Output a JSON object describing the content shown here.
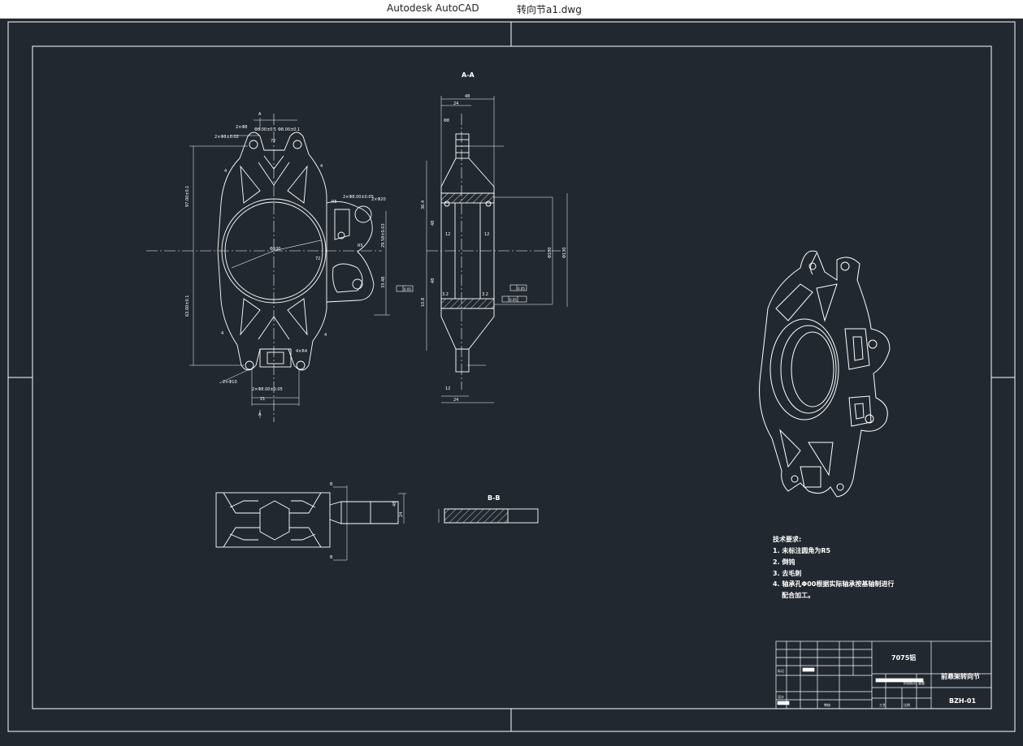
{
  "window": {
    "app_name": "Autodesk AutoCAD",
    "document_name": "转向节a1.dwg"
  },
  "drawing": {
    "section_aa": "A-A",
    "section_bb": "B-B",
    "section_mark_a": "A",
    "section_mark_b": "B",
    "front_view_labels": {
      "d1": "2×Φ8",
      "d2": "Φ8.00±0.1",
      "d3": "Φ8.00±0.1",
      "d4": "2×Φ8±0.02",
      "d5": "72",
      "d6": "97.00±0.1",
      "d7": "63.00±0.1",
      "d8": "Φ100",
      "d9": "72",
      "d10": "2×Φ8.00±0.05",
      "d11": "2×Φ20",
      "d12": "R5",
      "d13": "R5",
      "d14": "2×Φ8.00±0.05",
      "d15": "21",
      "d16": "2×Φ10",
      "d17": "4×R4",
      "d18": "29.58±0.03",
      "d19": "33.48",
      "d20": "4",
      "d21": "4",
      "d22": "4",
      "d23": "4"
    },
    "side_view_labels": {
      "s1": "48",
      "s2": "24",
      "s3": "Φ8",
      "s4": "36.4",
      "s5": "48",
      "s6": "12",
      "s7": "12",
      "s8": "48",
      "s9": "Φ100",
      "s10": "Φ130",
      "s11": "0.05",
      "s12": "0.05",
      "s13": "0.05",
      "s14": "3.2",
      "s15": "3.2",
      "s16": "12",
      "s17": "24",
      "s18": "10.8"
    },
    "bottom_view_labels": {
      "b1": "48",
      "b2": "24"
    },
    "notes": {
      "title": "技术要求:",
      "items": [
        "1. 未标注圆角为R5",
        "2. 倒钝",
        "3. 去毛刺",
        "4. 轴承孔Φ00根据实际轴承按基轴制进行",
        "    配合加工。"
      ]
    },
    "title_block": {
      "material": "7075铝",
      "part_name": "前悬架转向节",
      "drawing_number": "BZH-01",
      "row_labels": [
        "标记",
        "设计",
        "审核",
        "工艺"
      ],
      "col_labels": [
        "阶段标记",
        "重量",
        "比例"
      ]
    }
  }
}
